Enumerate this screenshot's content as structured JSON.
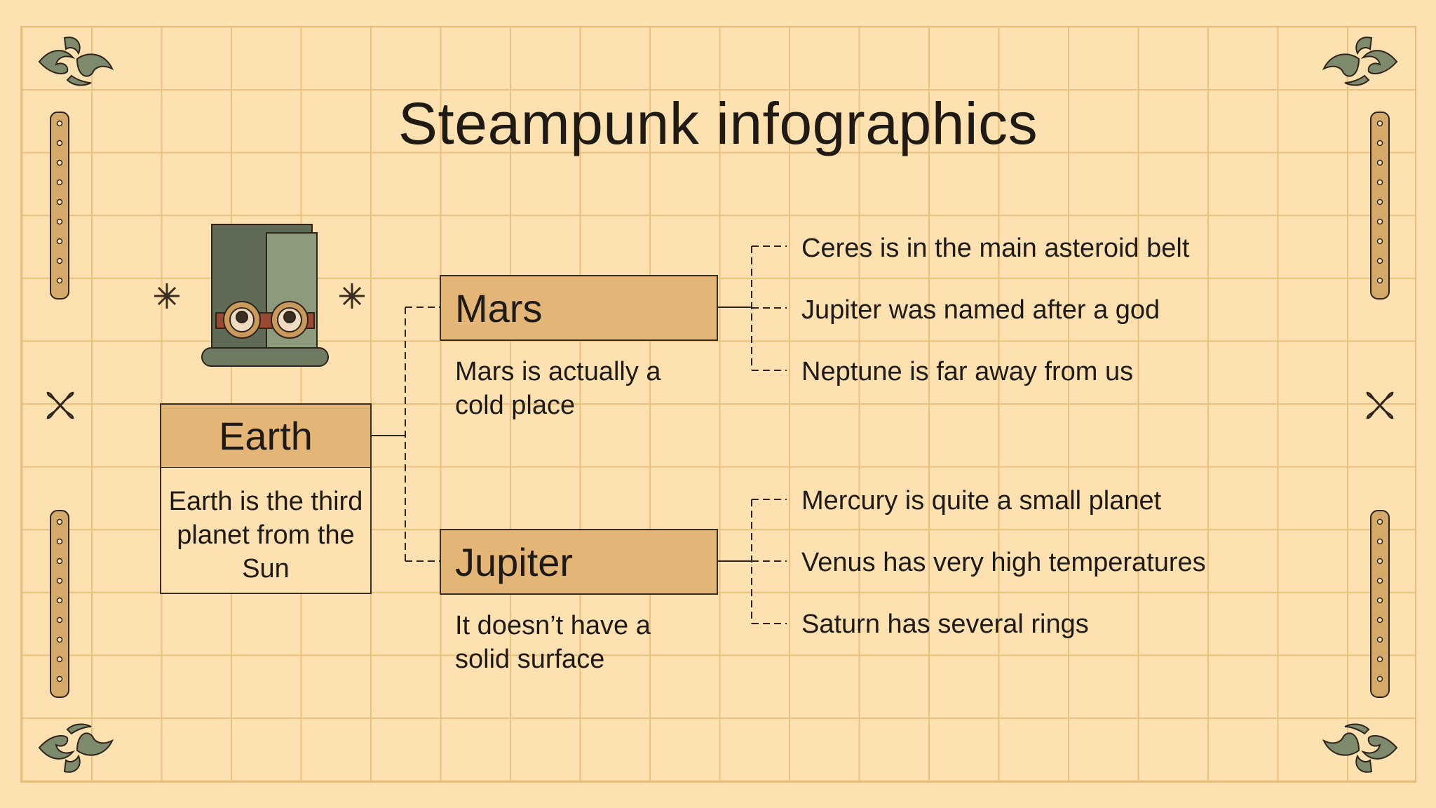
{
  "title": "Steampunk infographics",
  "colors": {
    "background": "#fde1b0",
    "grid": "#ebc17c",
    "box_fill": "#e3b678",
    "ink": "#1f1a14",
    "hat_dark": "#5a6650",
    "hat_light": "#8a977a"
  },
  "root": {
    "title": "Earth",
    "description": "Earth is the third planet from the Sun"
  },
  "branches": [
    {
      "title": "Mars",
      "description": "Mars is actually a cold place",
      "facts": [
        "Ceres is in the main asteroid belt",
        "Jupiter was named after a god",
        "Neptune is far away from us"
      ]
    },
    {
      "title": "Jupiter",
      "description": "It doesn’t have a solid surface",
      "facts": [
        "Mercury is quite a small planet",
        "Venus has very high temperatures",
        "Saturn has several rings"
      ]
    }
  ],
  "icons": {
    "hero": "top-hat-with-goggles-icon",
    "corner": "flourish-ornament-icon",
    "side": "riveted-bar-icon",
    "mid": "cross-ornament-icon",
    "sparkle": "asterisk-sparkle-icon"
  }
}
